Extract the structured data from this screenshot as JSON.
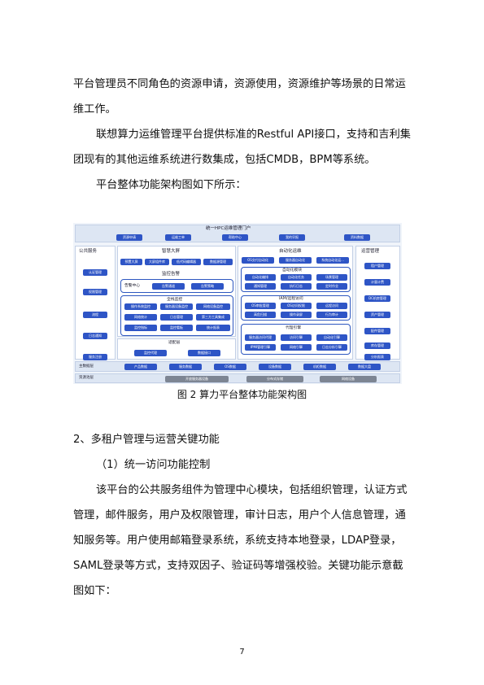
{
  "paragraphs": {
    "p1": "平台管理员不同角色的资源申请，资源使用，资源维护等场景的日常运维工作。",
    "p2": "联想算力运维管理平台提供标准的Restful API接口，支持和吉利集团现有的其他运维系统进行数集成，包括CMDB，BPM等系统。",
    "p3": "平台整体功能架构图如下所示：",
    "h2": "2、多租户管理与运营关键功能",
    "h3": "（1）统一访问功能控制",
    "p4": "该平台的公共服务组件为管理中心模块，包括组织管理，认证方式管理，邮件服务，用户及权限管理，审计日志，用户个人信息管理，通知服务等。用户使用邮箱登录系统，系统支持本地登录，LDAP登录，SAML登录等方式，支持双因子、验证码等增强校验。关键功能示意截图如下："
  },
  "figure": {
    "caption": "图 2 算力平台整体功能架构图",
    "portal": {
      "title": "统一HPC运维管理门户",
      "items": [
        "资源申请",
        "运维工单",
        "帮助中心",
        "我的早报",
        "资料数据"
      ]
    },
    "public": {
      "title": "公共服务",
      "items": [
        "认证管理",
        "权限管理",
        "流程",
        "日志通知",
        "服务注册"
      ]
    },
    "smart": {
      "title": "智慧大屏",
      "items": [
        "预置大屏",
        "大屏组件库",
        "低代码编辑器",
        "数据源管理"
      ]
    },
    "monitor": {
      "title": "监控告警",
      "alarm_title": "告警中心",
      "alarm_items": [
        "告警通道",
        "告警策略"
      ],
      "full_title": "全栈监控",
      "full_items": [
        "操作系统监控",
        "服务器设备监控",
        "网络设备监控",
        "网络统计",
        "日志管理",
        "第三方工具集成",
        "监控指标",
        "监控看板",
        "统计报表"
      ],
      "adapter_title": "适配层",
      "adapter_items": [
        "监控代理",
        "数据接口"
      ]
    },
    "auto": {
      "title": "自动化运维",
      "top_items": [
        "OS交付自动化",
        "服务器自动化",
        "系统自动化运..."
      ],
      "auto_title": "自动化模块",
      "auto_items": [
        "自动化编排",
        "自动化任务",
        "场景管理",
        "通知管理",
        "执行日志",
        "定时作业"
      ],
      "iam_title": "IAM/远程访问",
      "iam_items": [
        "OS审批管理",
        "OS访问权限",
        "远程访问",
        "高危扫描",
        "操作录屏",
        "行为审计"
      ],
      "engine_title": "代理引擎",
      "engine_items": [
        "服务器访问代理",
        "访问引擎",
        "自动化引擎",
        "IPMI管理引擎",
        "网络引擎",
        "日志分析引擎"
      ]
    },
    "ops": {
      "title": "运营管理",
      "items": [
        "租户管理",
        "计量计费",
        "DC机房管理",
        "资产管理",
        "配件管理",
        "库存管理",
        "分析报表"
      ]
    },
    "master": {
      "title": "主数据层",
      "items": [
        "产品数据",
        "服务数据",
        "OS数据",
        "设备数据",
        "机柜数据",
        "数据大盘"
      ]
    },
    "resource": {
      "title": "资源池层",
      "items": [
        "开放服务器设备",
        "分布式存储",
        "网络设备"
      ]
    }
  },
  "page_number": "7"
}
